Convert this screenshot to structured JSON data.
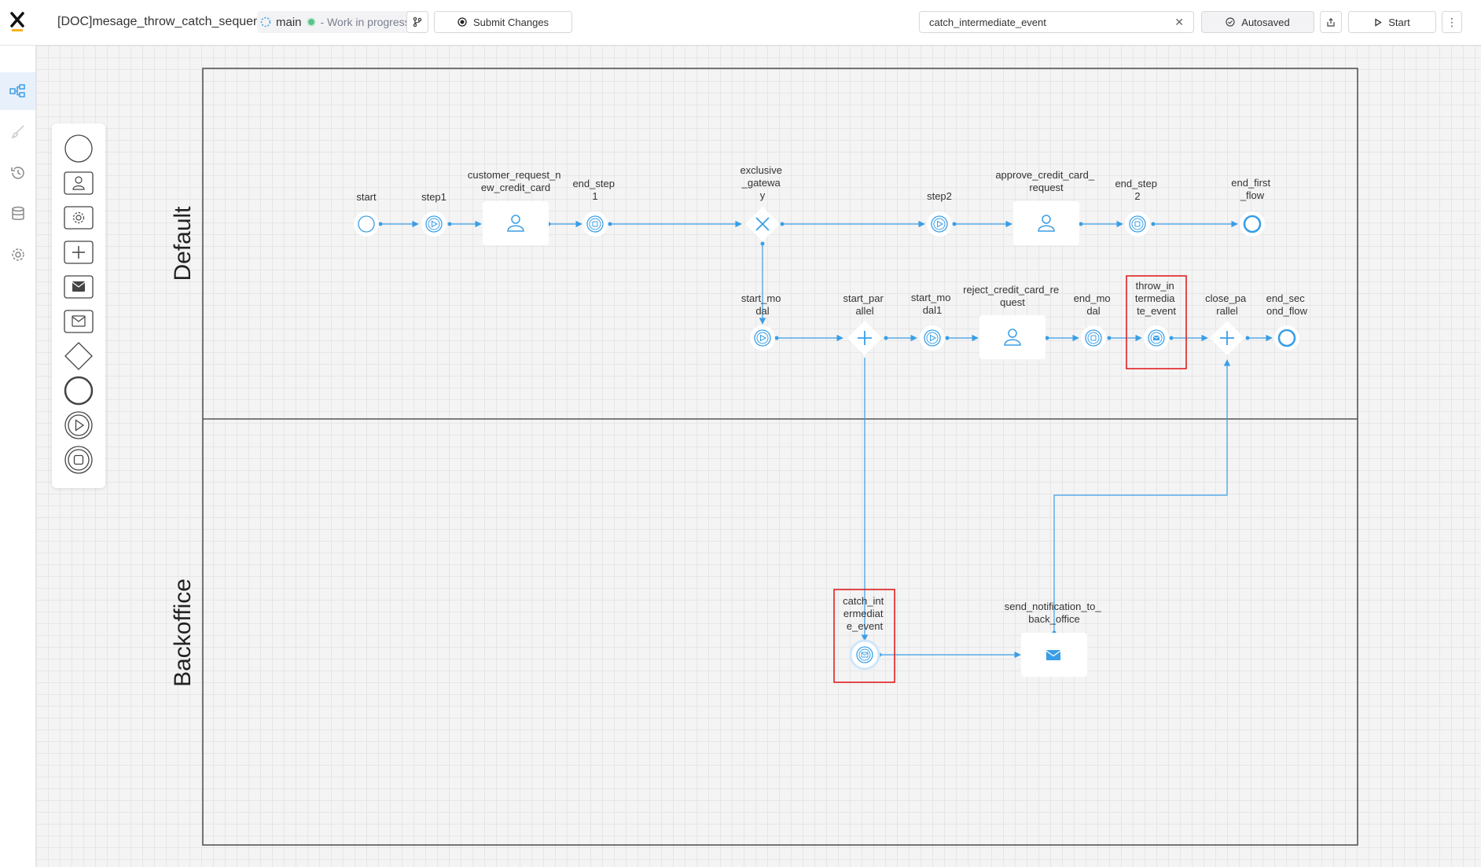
{
  "header": {
    "doc_title": "[DOC]mesage_throw_catch_sequence",
    "branch_name": "main",
    "branch_status": "- Work in progress",
    "submit_label": "Submit Changes",
    "search_value": "catch_intermediate_event",
    "autosaved_label": "Autosaved",
    "start_label": "Start"
  },
  "lanes": {
    "default_label": "Default",
    "backoffice_label": "Backoffice"
  },
  "nodes": {
    "start": [
      "start"
    ],
    "step1": [
      "step1"
    ],
    "customer_request": [
      "customer_request_n",
      "ew_credit_card"
    ],
    "end_step1": [
      "end_step",
      "1"
    ],
    "exclusive_gateway": [
      "exclusive",
      "_gatewa",
      "y"
    ],
    "step2": [
      "step2"
    ],
    "approve": [
      "approve_credit_card_",
      "request"
    ],
    "end_step2": [
      "end_step",
      "2"
    ],
    "end_first_flow": [
      "end_first",
      "_flow"
    ],
    "start_modal": [
      "start_mo",
      "dal"
    ],
    "start_parallel": [
      "start_par",
      "allel"
    ],
    "start_modal1": [
      "start_mo",
      "dal1"
    ],
    "reject": [
      "reject_credit_card_re",
      "quest"
    ],
    "end_modal": [
      "end_mo",
      "dal"
    ],
    "throw_event": [
      "throw_in",
      "termedia",
      "te_event"
    ],
    "close_parallel": [
      "close_pa",
      "rallel"
    ],
    "end_second_flow": [
      "end_sec",
      "ond_flow"
    ],
    "catch_event": [
      "catch_int",
      "ermediat",
      "e_event"
    ],
    "send_notification": [
      "send_notification_to_",
      "back_office"
    ]
  },
  "colors": {
    "accent": "#3a9ee6",
    "highlight": "#e02020",
    "logo_accent": "#f5b21b"
  },
  "icons": {
    "rail": [
      "process-icon",
      "brush-icon",
      "history-icon",
      "database-icon",
      "settings-icon"
    ],
    "palette": [
      "start-event-icon",
      "user-task-icon",
      "service-task-icon",
      "parallel-gateway-icon",
      "send-message-icon",
      "receive-message-icon",
      "exclusive-gateway-icon",
      "end-event-icon",
      "start-node-icon",
      "end-node-icon"
    ]
  }
}
